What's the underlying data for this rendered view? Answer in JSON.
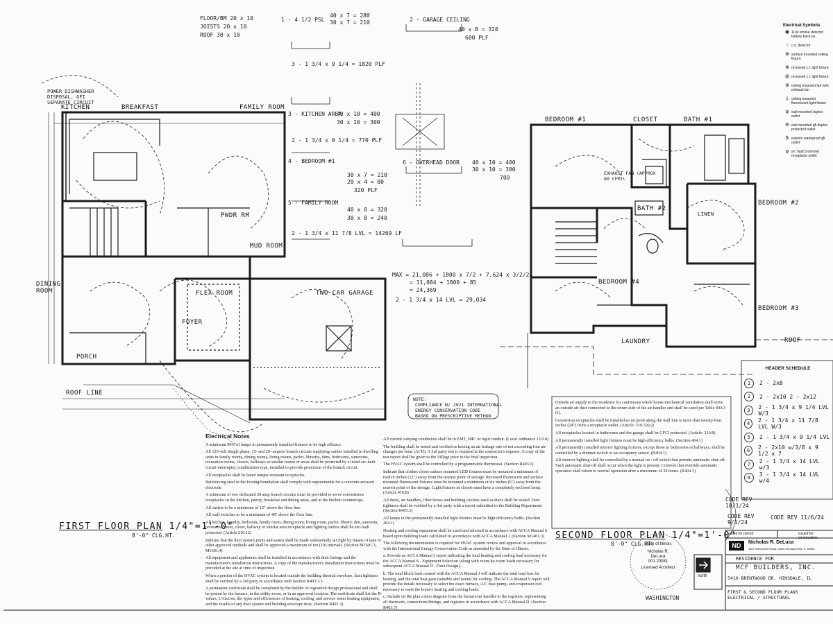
{
  "plans": {
    "first_floor": {
      "title": "FIRST FLOOR PLAN",
      "scale": "1/4\"=1'-0\"",
      "ceiling": "8'-0\" CLG.HT.",
      "rooms": {
        "kitchen": "KITCHEN",
        "breakfast": "BREAKFAST",
        "family_room": "FAMILY ROOM",
        "dining_room": "DINING ROOM",
        "foyer": "FOYER",
        "flex_room": "FLEX ROOM",
        "two_car_garage": "TWO CAR GARAGE",
        "powder_rm": "PWDR RM",
        "mud_room": "MUD ROOM",
        "porch": "PORCH",
        "roof_line": "ROOF LINE"
      },
      "margin_note": "POWER DISHWASHER DISPOSAL, GFI SEPARATE CIRCUIT"
    },
    "second_floor": {
      "title": "SECOND FLOOR PLAN",
      "scale": "1/4\"=1'-0\"",
      "ceiling": "8'-0\" CLG.HT.",
      "rooms": {
        "bedroom1": "BEDROOM #1",
        "closet": "CLOSET",
        "bath1": "BATH #1",
        "bath2": "BATH #2",
        "bedroom2": "BEDROOM #2",
        "bedroom3": "BEDROOM #3",
        "bedroom4": "BEDROOM #4",
        "laundry": "LAUNDRY",
        "linen": "LINEN",
        "roof": "ROOF"
      },
      "fan_note": "EXHAUST FAN (APPROX 80 CFM)"
    }
  },
  "calcs": {
    "load_table": [
      "FLOOR/BM  20 x 10",
      "JOISTS    20 x 10",
      "ROOF      30 x 10"
    ],
    "c1": [
      "1 - 4 1/2 PSL",
      "40 x 7 = 280",
      "30 x 7 = 210",
      "3 - 1 3/4 x 9 1/4 = 1820 PLF"
    ],
    "c2": [
      "2 - GARAGE CEILING",
      "40 x 8 = 320",
      "600 PLF"
    ],
    "c3": [
      "3 - KITCHEN AREA",
      "40 x 10 = 400",
      "30 x 10 = 300",
      "2 - 1 3/4 x 9 1/4 = 770 PLF"
    ],
    "c4": [
      "4 - BEDROOM #1",
      "30 x 7 = 210",
      "20 x 4 = 80",
      "320 PLF"
    ],
    "c5": [
      "5 - FAMILY ROOM",
      "40 x 8 = 320",
      "30 x 8 = 240",
      "2 - 1 3/4 x 11 7/8 LVL = 14269 LF"
    ],
    "c6": [
      "6 - OVERHEAD DOOR",
      "40 x 10 = 400",
      "30 x 10 = 300",
      "700"
    ],
    "c7": [
      "MAX = 21,086 + 1800 x 7/2 + 7,624 x 3/2/24",
      "= 11,084 + 1800 + 85",
      "= 24,369",
      "2 - 1 3/4 x 14 LVL = 29,034"
    ],
    "note_box": [
      "NOTE:",
      "COMPLIANCE W/ 2021 INTERNATIONAL",
      "ENERGY CONSERVATION CODE",
      "BASED ON PRESCRIPTIVE METHOD"
    ]
  },
  "electrical_notes": {
    "heading": "Electrical Notes",
    "left": [
      "A minimum 90% of lamps in permanently installed fixtures to be high efficacy.",
      "All 125-volt Single phase, 15- and 20- ampere branch circuits supplying outlets installed in dwelling units in family rooms, dining rooms, living rooms, parlor, libraries, dens, bedrooms, sunrooms, recreation rooms, closets, hallways or similar rooms or areas shall be protected by a listed arc-fault circuit interrupter, combination type, installed to provide protection of the branch circuit.",
      "All receptacles shall be listed tamper resistant receptacles.",
      "Reinforcing steel in the footing/foundation shall comply with requirements for a concrete-encased electrode.",
      "A minimum of two dedicated 20 amp branch circuits must be provided to serve convenience receptacles in the kitchen, pantry, breakfast and dining areas, and at the kitchen countertops.",
      "All outlets to be a minimum of 12\" above the floor line.",
      "All wall switches to be a minimum of 48\" above the floor line.",
      "All kitchen, laundry, bedroom, family room, dining room, living room, parlor, library, den, sunroom, recreation room, closet, hallway or similar area receptacle and lighting outlets shall be arc-fault protected. (Article 210.12)",
      "Indicate that the duct system joints and seams shall be made substantially air tight by means of tape or other approved methods and shall be approved a maximum of ten (10) intervals. (Section M1601.3, M1601.4)",
      "All equipment and appliances shall be installed in accordance with their listings and the manufacturer's installation instructions. A copy of the manufacturer's installation instructions must be provided at the site at time of inspection.",
      "When a portion of the HVAC system is located outside the building thermal envelope, duct tightness shall be verified by a 3rd party in accordance with Section R403.3.3.",
      "A permanent certificate shall be completed by the builder or registered design professional and shall be posted by the furnace, in the utility room, or in an approved location. The certificate shall list the R-values, U-factors, the types and efficiencies of heating, cooling, and service water heating equipment, and the results of any duct system and building envelope tests. (Section R401.3)"
    ],
    "middle": [
      "All current carrying conductors shall be in EMT, IMC or rigid conduit. (Local ordinance 15.0.8)",
      "The building shall be tested and verified as having an air leakage rate of not exceeding four air changes per hour (ACH). A 3rd party test is required at the contractor's expense. A copy of the test report shall be given to the Village prior to the final inspection.",
      "The HVAC system shall be controlled by a programmable thermostat. (Section R403.1)",
      "Indicate that clothes closet surface mounted LED fixtures must be mounted a minimum of twelve inches (12\") away from the nearest point of storage. Recessed fluorescent and surface mounted fluorescent fixtures must be mounted a minimum of six inches (6\") away from the nearest point of the storage. Light fixtures in closets must have a completely enclosed lamp. (Article 410.8)",
      "All ducts, air handlers, filter boxes and building cavities used as ducts shall be sealed. Duct tightness shall be verified by a 3rd party with a report submitted to the Building Department. (Section R403.3)",
      "All lamps in the permanently installed light fixtures must be high efficiency bulbs. (Section 404.1)",
      "Heating and cooling equipment shall be sized and selected in accordance with ACCA Manual S based upon building loads calculated in accordance with ACCA Manual J. (Section M1401.3)",
      "The following documentation is required for HVAC system review and approval in accordance with the International Energy Conservation Code as amended by the State of Illinois.",
      "a. Provide an ACCA Manual J report indicating the total heating and cooling load necessary for the ACCA Manual S - Equipment Selection (along with room-by-room loads necessary for subsequent ACCA Manual D - Duct Design).",
      "b. The total block load created with the ACCA Manual J will indicate the total load loss for heating, and the total heat gain (sensible and latent) for cooling. The ACCA Manual S report will provide the details necessary to select the exact furnace, A/C heat pump, and evaporator coil necessary to meet the home's heating and cooling loads.",
      "c. Include on the plan a duct diagram from the furnace/air handler to the registers, representing all ductwork, connections/fittings, and registers in accordance with ACCA Manual D. (Section R403.7)"
    ],
    "right": [
      "Outside air supply to the residence for continuous whole house mechanical ventilation shall serve an outside air duct connected to the return side of the air handler and shall be sized per Table 403.3 (1).",
      "Countertop receptacles shall be installed so no point along the wall line is more than twenty-four inches (24\") from a receptacle outlet. (Article: 210.52(c))",
      "All receptacles located in bathrooms and the garage shall be GFCI protected. (Article: 210.8)",
      "All permanently installed light fixtures must be high efficiency bulbs. (Section 404.1)",
      "All permanently installed interior lighting fixtures, except those in bathrooms or hallways, shall be controlled by a dimmer switch or an occupancy sensor. (R404.1)",
      "All exterior lighting shall be controlled by a manual on / off switch that permits automatic shut-off. Such automatic shut-off shall occur when the light is present. Controls that override automatic operation shall return to normal operation after a maximum of 24 hours. (R404.3)"
    ]
  },
  "legend": {
    "title": "Electrical Symbols",
    "items": [
      {
        "sym": "◉",
        "text": "110v smoke detector battery back-up"
      },
      {
        "sym": "○",
        "text": "c.o. detector"
      },
      {
        "sym": "⊕",
        "text": "surface mounted ceiling fixture"
      },
      {
        "sym": "⊗",
        "text": "recessed c.l. light fixture"
      },
      {
        "sym": "◍",
        "text": "recessed c.l. light fixture"
      },
      {
        "sym": "⊛",
        "text": "ceiling mounted fan with exhaust fan"
      },
      {
        "sym": "⏚",
        "text": "ceiling mounted fluorescent light fixture"
      },
      {
        "sym": "φ",
        "text": "wall mounted duplex outlet"
      },
      {
        "sym": "Φ",
        "text": "wall mounted gfi duplex protected outlet"
      },
      {
        "sym": "$",
        "text": "exterior waterproof gfi outlet"
      },
      {
        "sym": "φ",
        "text": "arc fault protected receptacle outlet"
      }
    ]
  },
  "header_schedule": {
    "title": "HEADER SCHEDULE",
    "rows": [
      {
        "n": "1",
        "text": "2 - 2x8"
      },
      {
        "n": "2",
        "text": "2 - 2x10  2 - 2x12"
      },
      {
        "n": "3",
        "text": "2 - 1 3/4 x 9 1/4 LVL W/3"
      },
      {
        "n": "4",
        "text": "2 - 1 3/4 x 11 7/8 LVL W/3"
      },
      {
        "n": "5",
        "text": "2 - 1 3/4 x 9 1/4 LVL"
      },
      {
        "n": "6",
        "text": "2 - 2x10 w/3/8 x 9 1/2 x 7"
      },
      {
        "n": "7",
        "text": "2 - 1 3/4 x 14 LVL w/3"
      },
      {
        "n": "8",
        "text": "3 - 1 3/4 x 14 LVL w/4"
      }
    ]
  },
  "code_rev": [
    "CODE REV 10/1/24",
    "CODE REV 9/1/24",
    "CODE REV 11/6/24"
  ],
  "title_block": {
    "issued_for_permit": "issued for permit:",
    "issued_for_construction": "issued for construction:",
    "logo": "ND",
    "firm_name": "Nicholas R. DeLuca",
    "firm_address": "1807 West Diehl Road, Suite 208 Naperville, IL 60563",
    "residence_for": "RESIDENCE FOR",
    "client": "MCF BUILDERS, INC.",
    "site": "5410 BRENTWOOD DR, HINSDALE, IL",
    "sheet_desc": "FIRST & SECOND FLOOR PLANS ELECTRICAL / STRUCTURAL",
    "north": "north",
    "seal": [
      "State of Illinois",
      "Nicholas R.",
      "DeLuca",
      "001.20081",
      "Licensed Architect"
    ],
    "washington": "WASHINGTON"
  }
}
